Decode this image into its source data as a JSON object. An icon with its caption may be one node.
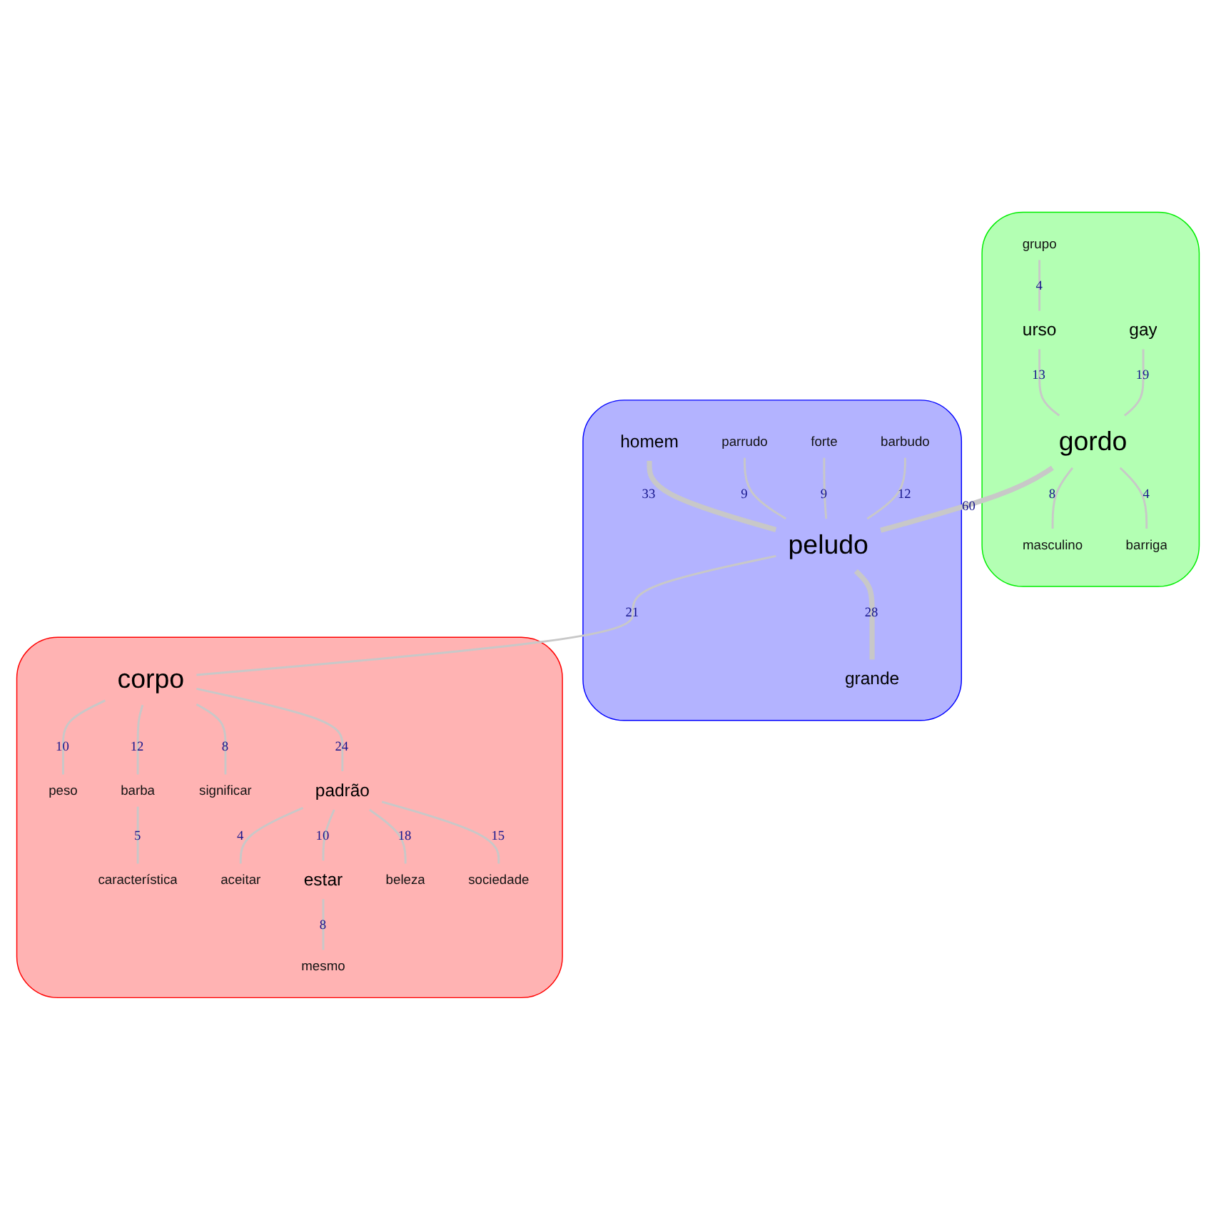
{
  "diagram": {
    "nodes": [
      {
        "text": [],
        "shape": "cloud"
      },
      {
        "text": [
          "grupo"
        ],
        "in": 0
      },
      {
        "text": [
          "urso"
        ],
        "in": 0
      },
      {
        "text": [
          "gay"
        ],
        "in": 0
      },
      {
        "text": [
          "masculino"
        ],
        "in": 0
      },
      {
        "text": [
          "gordo"
        ],
        "in": 0
      },
      {
        "text": [
          "barriga"
        ],
        "in": 0
      },
      {
        "text": [],
        "shape": "cloud"
      },
      {
        "text": [
          "homem"
        ],
        "in": 7
      },
      {
        "text": [
          "parrudo"
        ],
        "in": 7
      },
      {
        "text": [
          "forte"
        ],
        "in": 7
      },
      {
        "text": [
          "peludo"
        ],
        "in": 7
      },
      {
        "text": [
          "grande"
        ],
        "in": 7
      },
      {
        "text": [
          "barbudo"
        ],
        "in": 7
      },
      {
        "text": [],
        "shape": "cloud"
      },
      {
        "text": [
          "corpo"
        ],
        "in": 14
      },
      {
        "text": [
          "peso"
        ],
        "in": 14
      },
      {
        "text": [
          "barba"
        ],
        "in": 14
      },
      {
        "text": [
          "significar"
        ],
        "in": 14
      },
      {
        "text": [
          "característica"
        ],
        "in": 14
      },
      {
        "text": [
          "padrão"
        ],
        "in": 14
      },
      {
        "text": [
          "aceitar"
        ],
        "in": 14
      },
      {
        "text": [
          "estar"
        ],
        "in": 14
      },
      {
        "text": [
          "beleza"
        ],
        "in": 14
      },
      {
        "text": [
          "sociedade"
        ],
        "in": 14
      },
      {
        "text": [
          "mesmo"
        ],
        "in": 14
      }
    ],
    "edges": [
      {
        "from": 1,
        "to": 2,
        "arrow": "none",
        "label": "4"
      },
      {
        "from": 2,
        "to": 5,
        "arrow": "none",
        "label": "13"
      },
      {
        "from": 3,
        "to": 5,
        "arrow": "none",
        "label": "19"
      },
      {
        "from": 5,
        "to": 4,
        "arrow": "none",
        "label": "8"
      },
      {
        "from": 5,
        "to": 6,
        "arrow": "none",
        "label": "4"
      },
      {
        "from": 5,
        "to": 11,
        "arrow": "none",
        "label": "60",
        "style": "thick"
      },
      {
        "from": 8,
        "to": 11,
        "arrow": "none",
        "label": "33",
        "style": "thick"
      },
      {
        "from": 9,
        "to": 11,
        "arrow": "none",
        "label": "9"
      },
      {
        "from": 10,
        "to": 11,
        "arrow": "none",
        "label": "9"
      },
      {
        "from": 13,
        "to": 11,
        "arrow": "none",
        "label": "12"
      },
      {
        "from": 11,
        "to": 12,
        "arrow": "none",
        "label": "28",
        "style": "thick"
      },
      {
        "from": 11,
        "to": 15,
        "arrow": "none",
        "label": "21"
      },
      {
        "from": 15,
        "to": 16,
        "arrow": "none",
        "label": "10"
      },
      {
        "from": 15,
        "to": 18,
        "arrow": "none",
        "label": "8"
      },
      {
        "from": 15,
        "to": 17,
        "arrow": "none",
        "label": "12"
      },
      {
        "from": 17,
        "to": 19,
        "arrow": "none",
        "label": "5"
      },
      {
        "from": 15,
        "to": 20,
        "arrow": "none",
        "label": "24"
      },
      {
        "from": 20,
        "to": 23,
        "arrow": "none",
        "label": "18"
      },
      {
        "from": 20,
        "to": 24,
        "arrow": "none",
        "label": "15"
      },
      {
        "from": 20,
        "to": 21,
        "arrow": "none",
        "label": "4"
      },
      {
        "from": 20,
        "to": 22,
        "arrow": "none",
        "label": "10"
      },
      {
        "from": 22,
        "to": 25,
        "arrow": "none",
        "label": "8"
      }
    ]
  }
}
